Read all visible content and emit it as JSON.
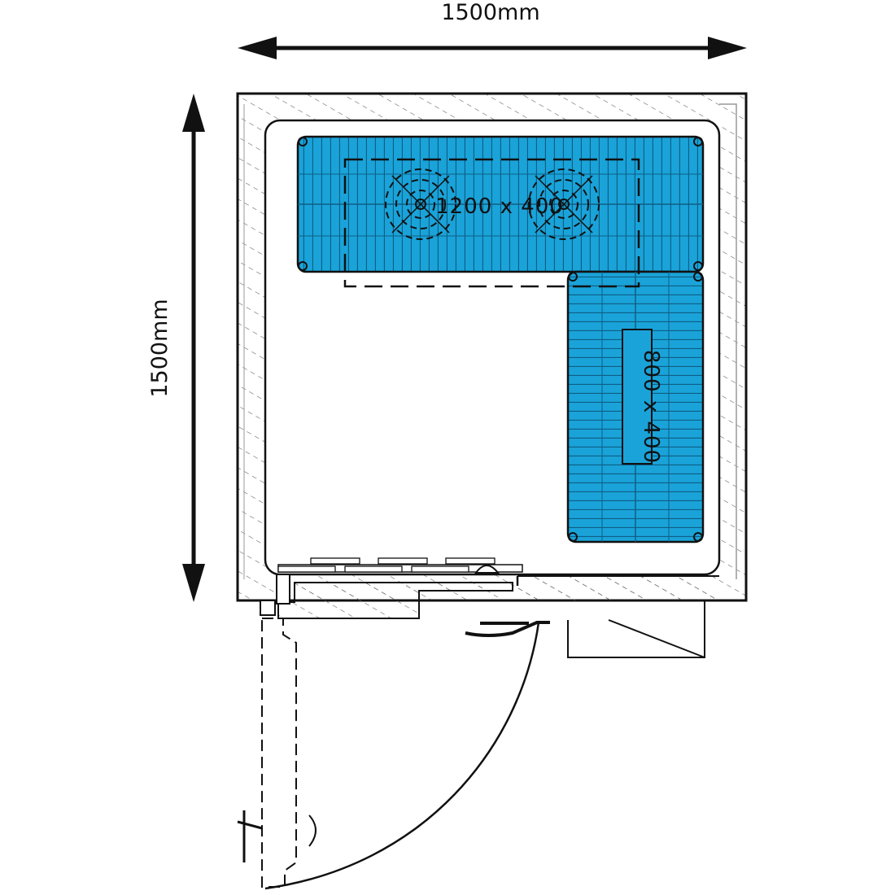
{
  "dimensions": {
    "width_label": "1500mm",
    "height_label": "1500mm"
  },
  "shelves": [
    {
      "id": "top",
      "label": "1200 x 400",
      "orientation": "horizontal"
    },
    {
      "id": "right",
      "label": "800 x 400",
      "orientation": "vertical"
    }
  ],
  "colors": {
    "shelf_fill": "#1aa3d9",
    "shelf_slat": "#0e6f97",
    "line": "#111111",
    "hatch": "#555555",
    "background": "#ffffff"
  },
  "icons": [
    "evaporator-fan-icon",
    "door-handle-icon",
    "door-hinge-icon"
  ]
}
